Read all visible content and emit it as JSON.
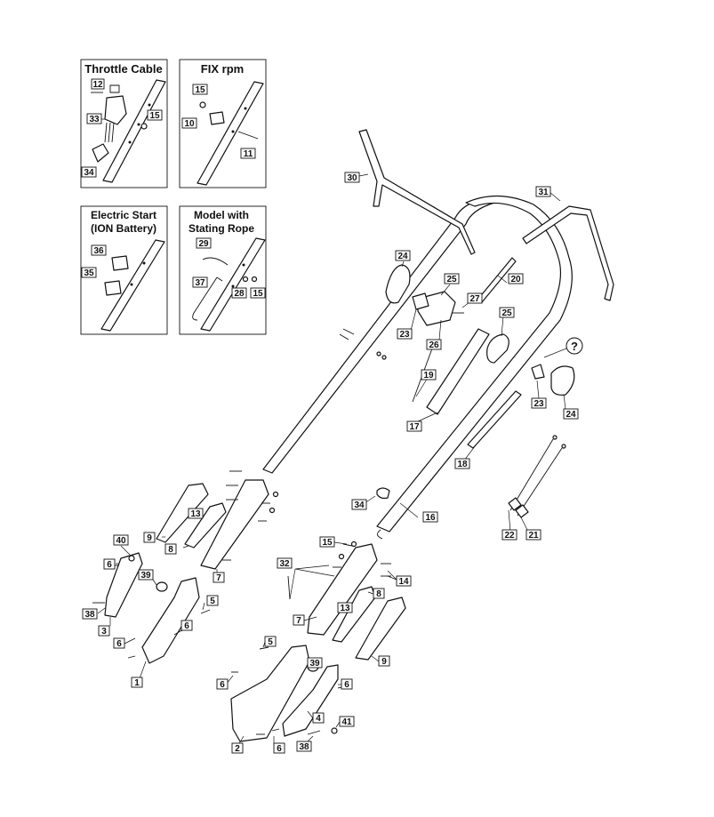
{
  "panels": [
    {
      "id": "throttle",
      "title": "Throttle Cable",
      "parts": [
        "12",
        "33",
        "15",
        "34"
      ]
    },
    {
      "id": "fix-rpm",
      "title": "FIX rpm",
      "parts": [
        "15",
        "10",
        "11"
      ]
    },
    {
      "id": "electric-start",
      "title": "Electric Start\n(ION Battery)",
      "title_lines": [
        "Electric Start",
        "(ION Battery)"
      ],
      "parts": [
        "36",
        "35"
      ]
    },
    {
      "id": "starting-rope",
      "title_lines": [
        "Model with",
        "Stating Rope"
      ],
      "parts": [
        "29",
        "37",
        "28",
        "15"
      ]
    }
  ],
  "callouts": {
    "p30": "30",
    "p31": "31",
    "p24a": "24",
    "p25a": "25",
    "p27": "27",
    "p20": "20",
    "p23a": "23",
    "p26": "26",
    "p25b": "25",
    "p19": "19",
    "p17": "17",
    "p23b": "23",
    "p24b": "24",
    "p18": "18",
    "p34": "34",
    "p16": "16",
    "p22": "22",
    "p21": "21",
    "p13a": "13",
    "p9a": "9",
    "p8a": "8",
    "p7a": "7",
    "p40": "40",
    "p6a": "6",
    "p39a": "39",
    "p38a": "38",
    "p3": "3",
    "p5a": "5",
    "p6b": "6",
    "p6c": "6",
    "p1": "1",
    "p15": "15",
    "p32": "32",
    "p14": "14",
    "p8b": "8",
    "p13b": "13",
    "p7b": "7",
    "p9b": "9",
    "p5b": "5",
    "p39b": "39",
    "p6d": "6",
    "p6e": "6",
    "p4": "4",
    "p41": "41",
    "p2": "2",
    "p6f": "6",
    "p38b": "38"
  },
  "unknown_marker": "?"
}
